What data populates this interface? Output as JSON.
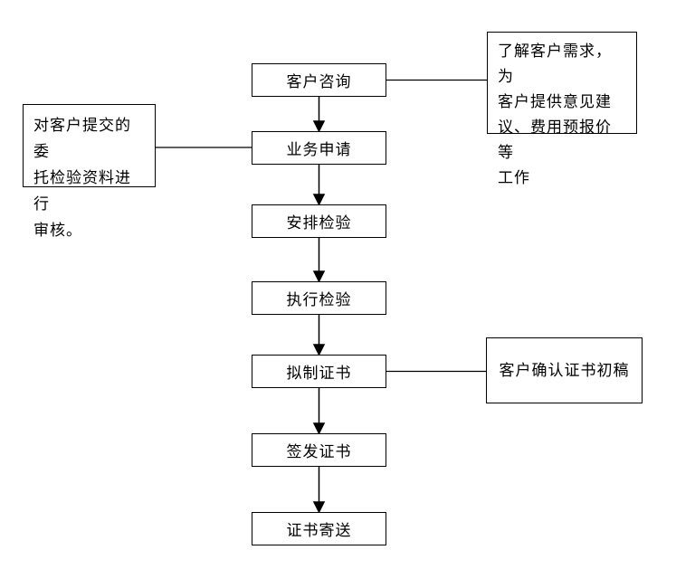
{
  "diagram": {
    "type": "flowchart",
    "background_color": "#ffffff",
    "line_color": "#000000",
    "box_border_color": "#000000",
    "text_color": "#000000",
    "steps": [
      {
        "id": "customer-consultation",
        "label": "客户咨询"
      },
      {
        "id": "business-application",
        "label": "业务申请"
      },
      {
        "id": "arrange-inspection",
        "label": "安排检验"
      },
      {
        "id": "execute-inspection",
        "label": "执行检验"
      },
      {
        "id": "draft-certificate",
        "label": "拟制证书"
      },
      {
        "id": "issue-certificate",
        "label": "签发证书"
      },
      {
        "id": "certificate-delivery",
        "label": "证书寄送"
      }
    ],
    "notes": [
      {
        "id": "understand-needs",
        "attached_to": "客户咨询",
        "label": "了解客户需求，为\n客户提供意见建\n议、费用预报价等\n工作"
      },
      {
        "id": "review-materials",
        "attached_to": "业务申请",
        "label": "对客户提交的委\n托检验资料进行\n审核。"
      },
      {
        "id": "confirm-draft",
        "attached_to": "拟制证书",
        "label": "客户确认证书初稿"
      }
    ]
  }
}
